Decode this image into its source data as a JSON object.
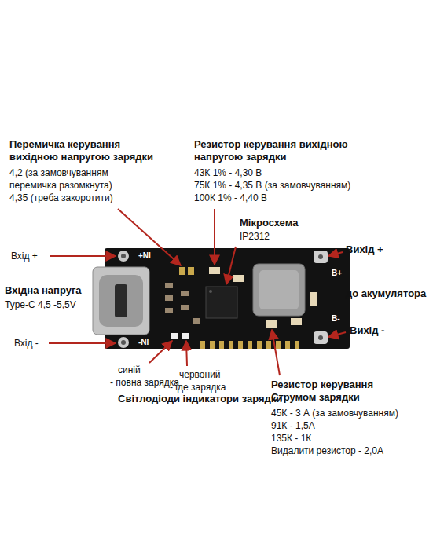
{
  "diagram": {
    "labels": [
      "Перемичка керування вихідною напругою зарядки",
      "4,2 (за замовчуванням перемичка разомкнута)",
      "4,35 (треба закоротити)",
      "Резистор керування вихідною напругою зарядки",
      "43К 1% - 4,30 В",
      "75К 1% - 4,35 В (за замовчуванням)",
      "100К 1% - 4,40 В",
      "Мікросхема",
      "IP2312",
      "Вхід +",
      "Вхідна напруга",
      "Type-C 4,5 -5,5V",
      "Вхід -",
      "Вихід +",
      "до акумулятора",
      "Вихід -",
      "+NI",
      "-NI",
      "B+",
      "B-",
      "синій",
      "- повна зарядка",
      "червоний",
      "- іде зарядка",
      "Світлодіоди індикатори зарядки",
      "Резистор керування Струмом зарядки",
      "45К - 3 А (за замовчуванням)",
      "91К - 1,5А",
      "135К - 1К",
      "Видалити резистор - 2,0А"
    ]
  }
}
